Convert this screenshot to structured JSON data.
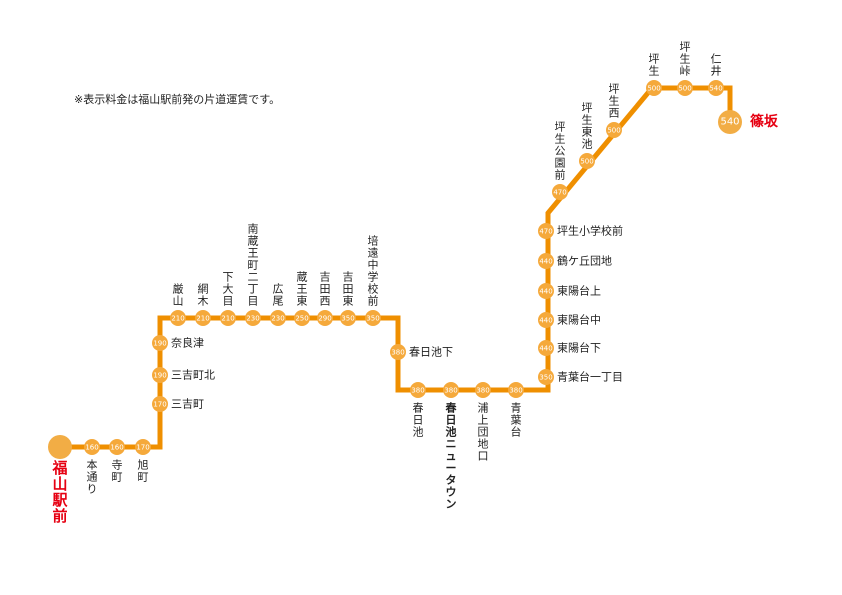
{
  "note": "※表示料金は福山駅前発の片道運賃です。",
  "colors": {
    "route": "#ef8f00",
    "stop": "#f5a93b",
    "terminal": "#f2ad45",
    "terminal_label": "#e60012",
    "fare_text": "#ffffff",
    "label": "#222222"
  },
  "origin": {
    "name": "福山駅前"
  },
  "destination": {
    "name": "篠坂",
    "fare": "540"
  },
  "stops": [
    {
      "name": "本通り",
      "fare": "160"
    },
    {
      "name": "寺町",
      "fare": "160"
    },
    {
      "name": "旭町",
      "fare": "170"
    },
    {
      "name": "三吉町",
      "fare": "170"
    },
    {
      "name": "三吉町北",
      "fare": "190"
    },
    {
      "name": "奈良津",
      "fare": "190"
    },
    {
      "name": "厳山",
      "fare": "210"
    },
    {
      "name": "網木",
      "fare": "210"
    },
    {
      "name": "下大目",
      "fare": "210"
    },
    {
      "name": "南蔵王町二丁目",
      "fare": "230"
    },
    {
      "name": "広尾",
      "fare": "230"
    },
    {
      "name": "蔵王東",
      "fare": "250"
    },
    {
      "name": "吉田西",
      "fare": "290"
    },
    {
      "name": "吉田東",
      "fare": "350"
    },
    {
      "name": "培遠中学校前",
      "fare": "350"
    },
    {
      "name": "春日池下",
      "fare": "380"
    },
    {
      "name": "春日池",
      "fare": "380"
    },
    {
      "name": "春日池ニュータウン",
      "fare": "380"
    },
    {
      "name": "浦上団地口",
      "fare": "380"
    },
    {
      "name": "青葉台",
      "fare": "380"
    },
    {
      "name": "青葉台一丁目",
      "fare": "350"
    },
    {
      "name": "東陽台下",
      "fare": "440"
    },
    {
      "name": "東陽台中",
      "fare": "440"
    },
    {
      "name": "東陽台上",
      "fare": "440"
    },
    {
      "name": "鶴ケ丘団地",
      "fare": "440"
    },
    {
      "name": "坪生小学校前",
      "fare": "470"
    },
    {
      "name": "坪生公園前",
      "fare": "470"
    },
    {
      "name": "坪生東池",
      "fare": "500"
    },
    {
      "name": "坪生西",
      "fare": "500"
    },
    {
      "name": "坪生",
      "fare": "500"
    },
    {
      "name": "坪生峠",
      "fare": "500"
    },
    {
      "name": "仁井",
      "fare": "540"
    }
  ]
}
